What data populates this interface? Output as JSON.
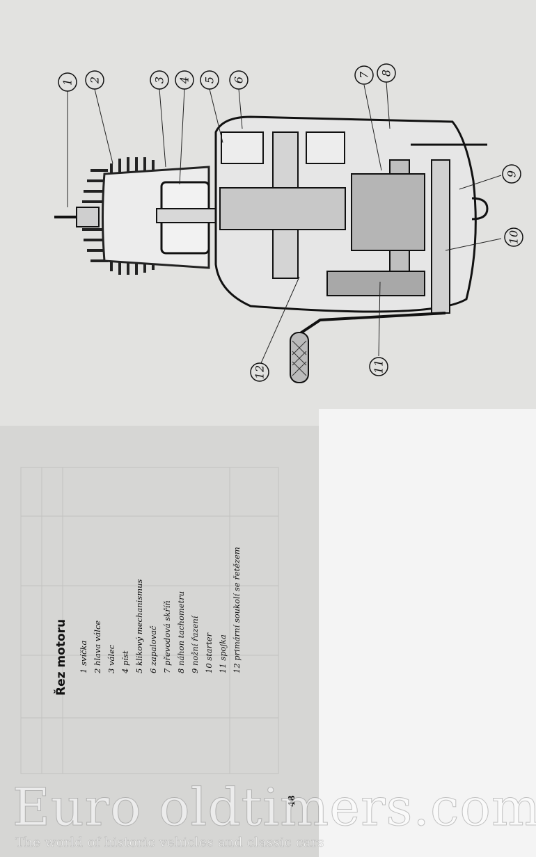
{
  "legend": {
    "title": "Řez motoru",
    "items": [
      "1 svíčka",
      "2 hlava válce",
      "3 válec",
      "4 píst",
      "5 klikový mechanismus",
      "6 zapalovač",
      "7 převodová skříň",
      "8 náhon tachometru",
      "9 nožní řazení",
      "10 starter",
      "11 spojka",
      "12 primární soukolí se řetězem"
    ]
  },
  "callouts": [
    "1",
    "2",
    "3",
    "4",
    "5",
    "6",
    "7",
    "8",
    "9",
    "10",
    "11",
    "12"
  ],
  "page_number": "48",
  "watermark": {
    "title": "Euro oldtimers.com",
    "subtitle": "The world of historic vehicles and classic cars"
  }
}
